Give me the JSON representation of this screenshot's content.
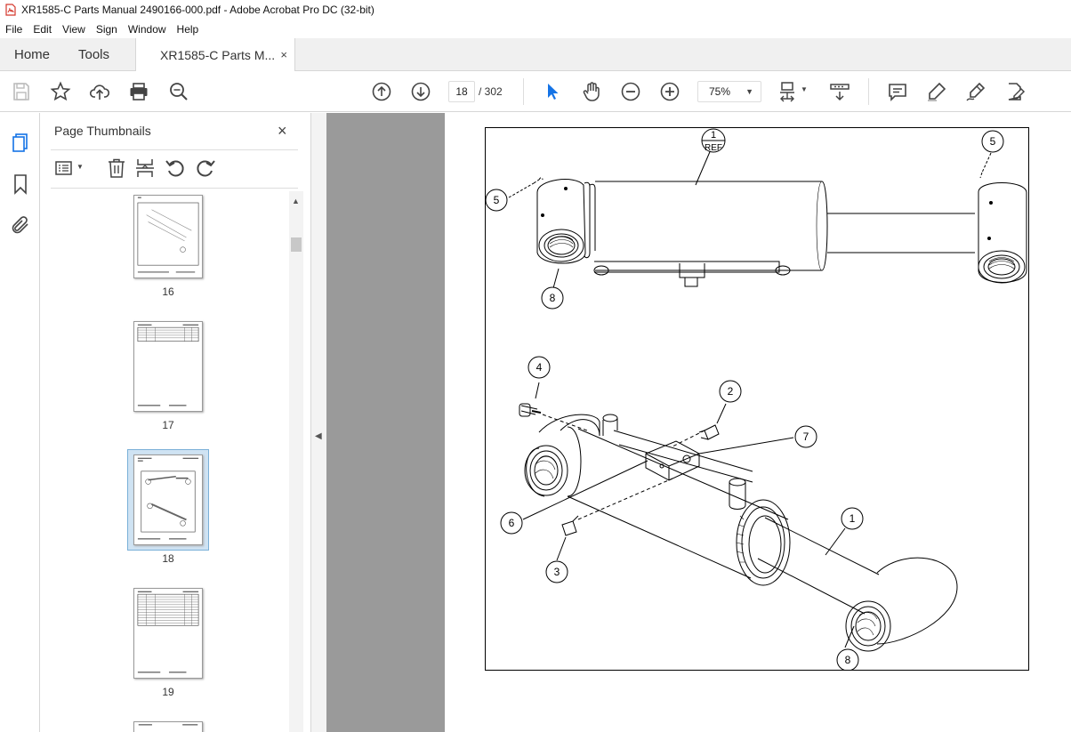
{
  "window": {
    "title": "XR1585-C Parts Manual 2490166-000.pdf - Adobe Acrobat Pro DC (32-bit)"
  },
  "menu": [
    "File",
    "Edit",
    "View",
    "Sign",
    "Window",
    "Help"
  ],
  "tabs": {
    "home": "Home",
    "tools": "Tools",
    "document": "XR1585-C Parts M...",
    "close": "×"
  },
  "toolbar": {
    "page_current": "18",
    "page_total": "/ 302",
    "zoom": "75%",
    "zoom_chevron": "▼"
  },
  "panel": {
    "title": "Page Thumbnails",
    "close": "×",
    "thumbnails": [
      {
        "label": "16",
        "selected": false
      },
      {
        "label": "17",
        "selected": false
      },
      {
        "label": "18",
        "selected": true
      },
      {
        "label": "19",
        "selected": false
      }
    ]
  },
  "drawing": {
    "callouts": [
      {
        "label": "1",
        "sub": "REF"
      },
      {
        "label": "5"
      },
      {
        "label": "5"
      },
      {
        "label": "8"
      },
      {
        "label": "4"
      },
      {
        "label": "2"
      },
      {
        "label": "7"
      },
      {
        "label": "6"
      },
      {
        "label": "1"
      },
      {
        "label": "3"
      },
      {
        "label": "8"
      }
    ]
  },
  "colors": {
    "accent": "#1473e6",
    "pdf_red": "#d4372c",
    "selection": "#cfe3f3"
  }
}
